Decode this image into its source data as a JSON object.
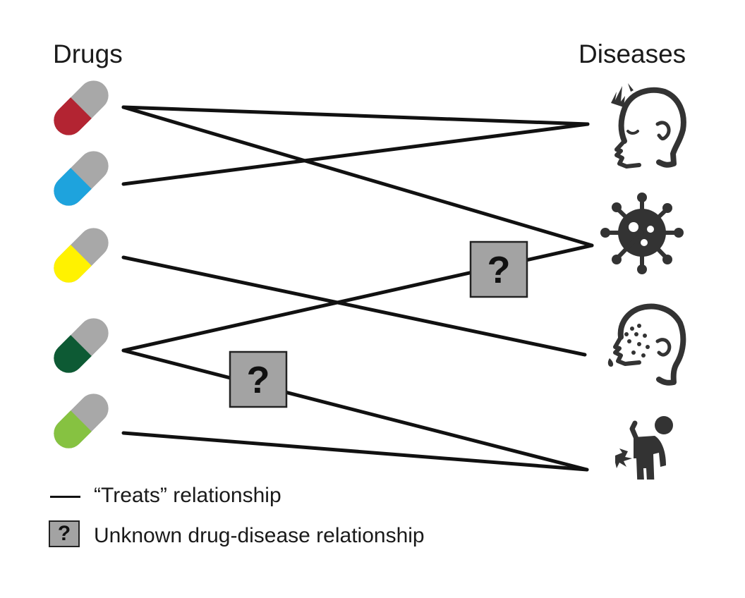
{
  "headings": {
    "drugs": "Drugs",
    "diseases": "Diseases"
  },
  "drugs": [
    {
      "name": "drug-red",
      "color": "#b32432"
    },
    {
      "name": "drug-blue",
      "color": "#1ea3dd"
    },
    {
      "name": "drug-yellow",
      "color": "#fff200"
    },
    {
      "name": "drug-dark-green",
      "color": "#0d5a34"
    },
    {
      "name": "drug-lime",
      "color": "#86c241"
    }
  ],
  "capsule_cap_color": "#a8a8a8",
  "diseases": [
    {
      "name": "headache",
      "icon": "headache-head-icon"
    },
    {
      "name": "virus",
      "icon": "virus-icon"
    },
    {
      "name": "skin-rash",
      "icon": "spotted-face-icon"
    },
    {
      "name": "back-pain",
      "icon": "back-pain-person-icon"
    }
  ],
  "relationships": [
    {
      "drug": 0,
      "disease": 0,
      "type": "treats"
    },
    {
      "drug": 0,
      "disease": 1,
      "type": "treats"
    },
    {
      "drug": 1,
      "disease": 0,
      "type": "treats"
    },
    {
      "drug": 2,
      "disease": 2,
      "type": "treats"
    },
    {
      "drug": 3,
      "disease": 1,
      "type": "unknown"
    },
    {
      "drug": 3,
      "disease": 3,
      "type": "unknown"
    },
    {
      "drug": 4,
      "disease": 3,
      "type": "treats"
    }
  ],
  "unknown_marker": "?",
  "legend": {
    "treats": "“Treats” relationship",
    "unknown": "Unknown drug-disease relationship",
    "unknown_symbol": "?"
  }
}
